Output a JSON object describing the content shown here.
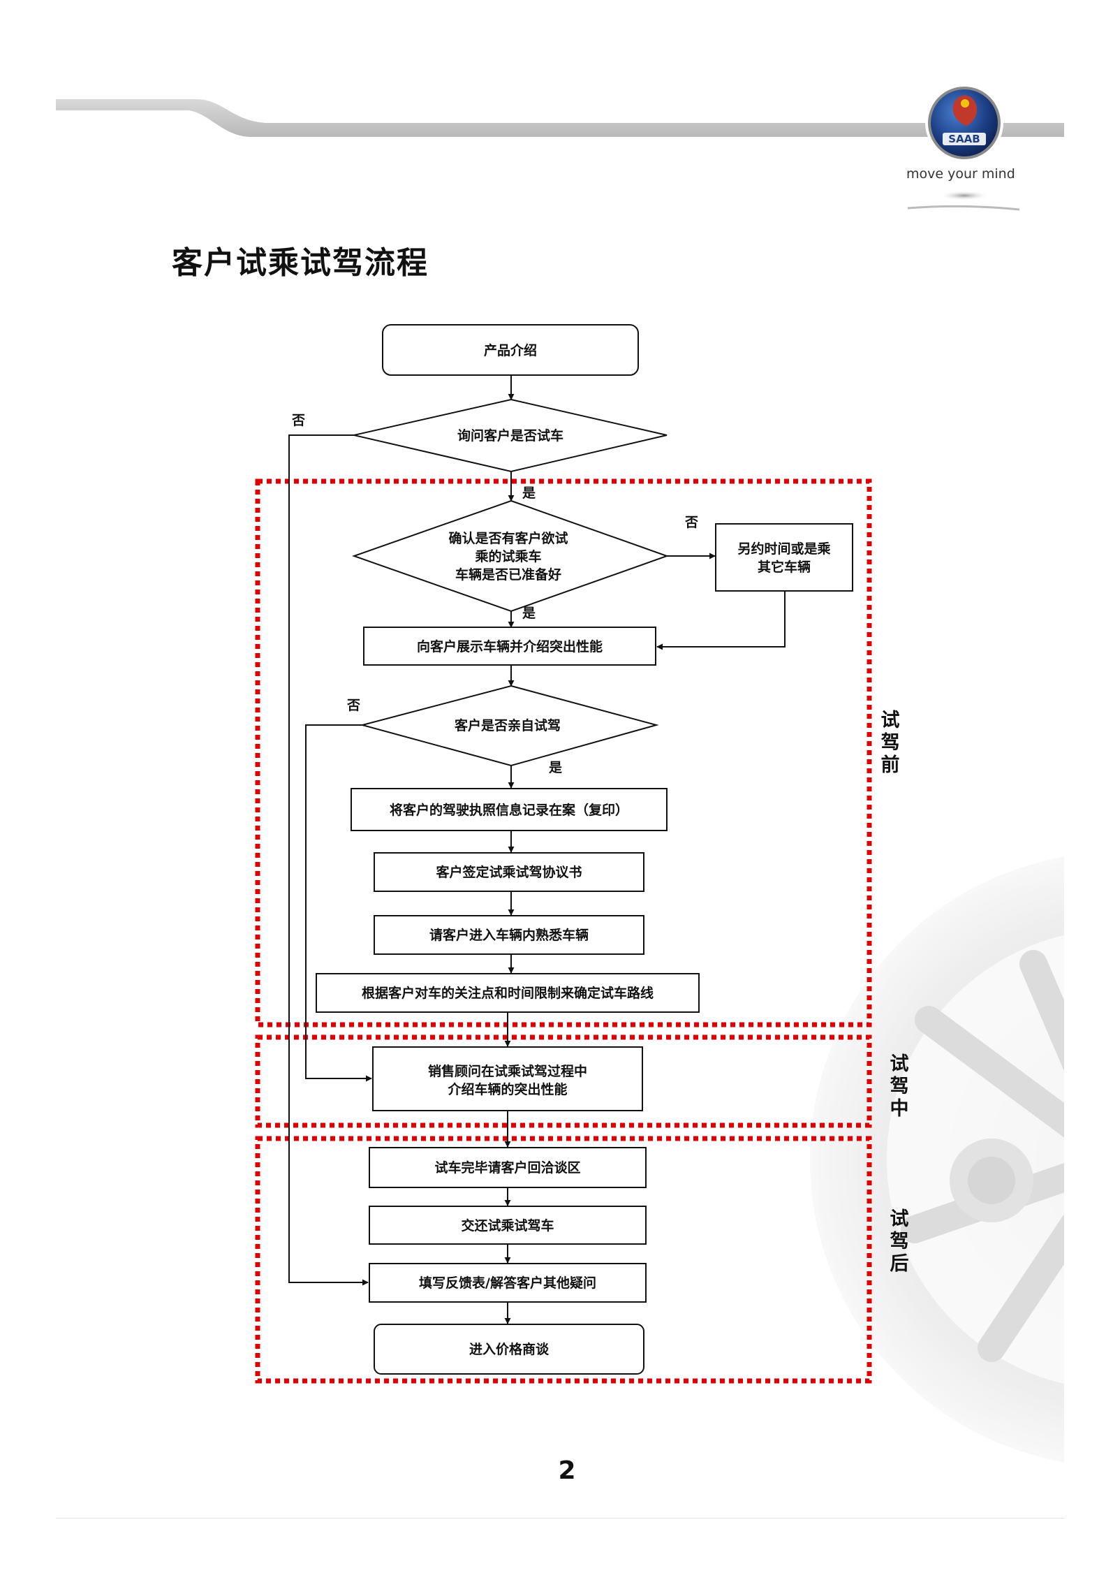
{
  "title": "客户试乘试驾流程",
  "brand": {
    "logo_text": "SAAB",
    "tagline": "move your mind"
  },
  "page_number": "2",
  "nodes": {
    "n1": "产品介绍",
    "d1": "询问客户是否试车",
    "d2": [
      "确认是否有客户欲试",
      "乘的试乘车",
      "车辆是否已准备好"
    ],
    "alt": [
      "另约时间或是乘",
      "其它车辆"
    ],
    "n2": "向客户展示车辆并介绍突出性能",
    "d3": "客户是否亲自试驾",
    "n3": "将客户的驾驶执照信息记录在案（复印）",
    "n4": "客户签定试乘试驾协议书",
    "n5": "请客户进入车辆内熟悉车辆",
    "n6": "根据客户对车的关注点和时间限制来确定试车路线",
    "n7": [
      "销售顾问在试乘试驾过程中",
      "介绍车辆的突出性能"
    ],
    "n8": "试车完毕请客户回洽谈区",
    "n9": "交还试乘试驾车",
    "n10": "填写反馈表/解答客户其他疑问",
    "n11": "进入价格商谈"
  },
  "edge_labels": {
    "yes": "是",
    "no": "否"
  },
  "phases": {
    "before": [
      "试",
      "驾",
      "前"
    ],
    "during": [
      "试",
      "驾",
      "中"
    ],
    "after": [
      "试",
      "驾",
      "后"
    ]
  }
}
